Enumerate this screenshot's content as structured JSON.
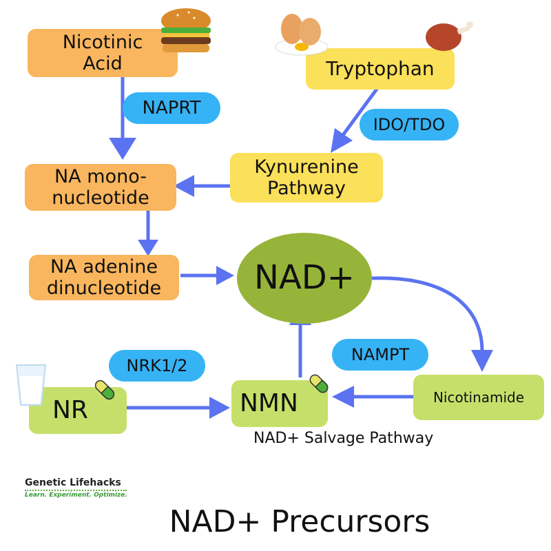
{
  "nodes": {
    "nicotinic_acid": "Nicotinic\nAcid",
    "tryptophan": "Tryptophan",
    "na_mononucleotide": "NA mono-\nnucleotide",
    "kynurenine": "Kynurenine\nPathway",
    "na_adenine": "NA adenine\ndinucleotide",
    "nad": "NAD+",
    "nr": "NR",
    "nmn": "NMN",
    "nicotinamide": "Nicotinamide"
  },
  "enzymes": {
    "naprt": "NAPRT",
    "ido_tdo": "IDO/TDO",
    "nrk": "NRK1/2",
    "nampt": "NAMPT"
  },
  "labels": {
    "salvage": "NAD+ Salvage Pathway",
    "title": "NAD+ Precursors"
  },
  "logo": {
    "name": "Genetic Lifehacks",
    "tagline": "Learn. Experiment. Optimize."
  },
  "colors": {
    "arrow": "#5b73f0",
    "orange_node": "#f9b65e",
    "yellow_node": "#fbe05a",
    "green_node": "#c5e06a",
    "nad_ellipse": "#97b43a",
    "enzyme_pill": "#36b3f5"
  },
  "icons": [
    "burger-icon",
    "eggs-icon",
    "chicken-leg-icon",
    "milk-glass-icon",
    "capsule-icon"
  ]
}
